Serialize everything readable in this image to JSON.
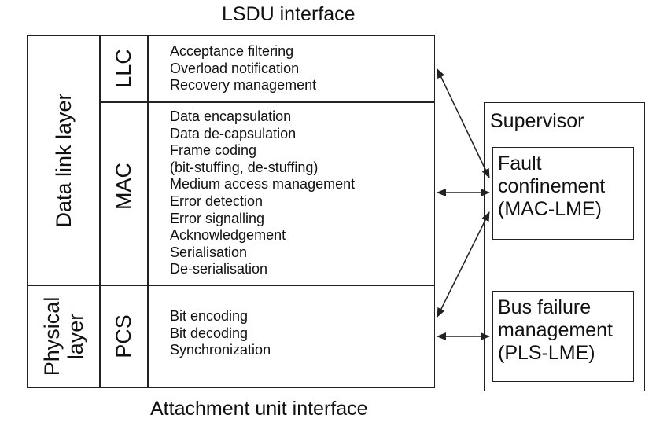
{
  "top_interface": "LSDU interface",
  "bottom_interface": "Attachment unit interface",
  "data_link_layer": "Data link layer",
  "physical_layer": {
    "line1": "Physical",
    "line2": "layer"
  },
  "sublayers": {
    "llc": {
      "label": "LLC",
      "functions": [
        "Acceptance filtering",
        "Overload notification",
        "Recovery management"
      ]
    },
    "mac": {
      "label": "MAC",
      "functions": [
        "Data encapsulation",
        "Data de-capsulation",
        "Frame coding",
        "(bit-stuffing, de-stuffing)",
        "Medium access management",
        "Error detection",
        "Error signalling",
        "Acknowledgement",
        "Serialisation",
        "De-serialisation"
      ]
    },
    "pcs": {
      "label": "PCS",
      "functions": [
        "Bit encoding",
        "Bit decoding",
        "Synchronization"
      ]
    }
  },
  "supervisor": {
    "title": "Supervisor",
    "fault": {
      "line1": "Fault",
      "line2": "confinement",
      "line3": "(MAC-LME)"
    },
    "bus": {
      "line1": "Bus failure",
      "line2": "management",
      "line3": "(PLS-LME)"
    }
  }
}
